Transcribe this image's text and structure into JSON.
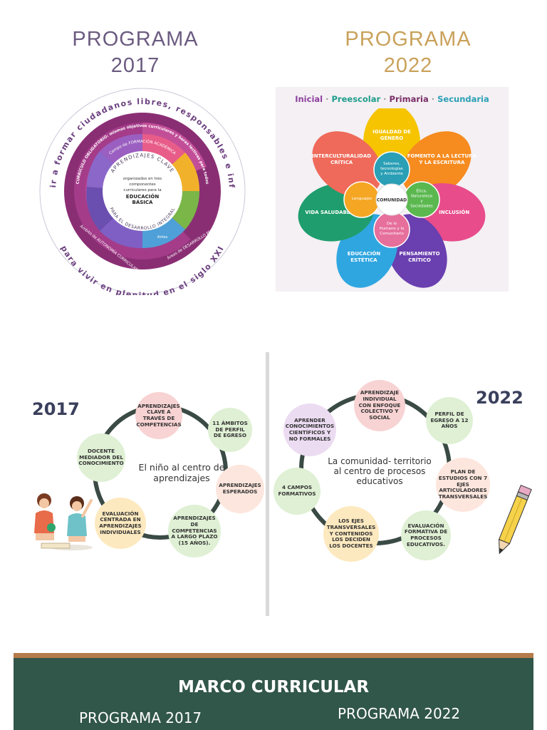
{
  "top_left": {
    "title_line1": "PROGRAMA",
    "title_line2": "2017",
    "outer_ring_top": "Contribuir a formar ciudadanos libres, responsables e informados",
    "outer_ring_bottom": "para vivir en plenitud en el siglo XXI",
    "ring_curriculo": "CURRÍCULO OBLIGATORIO: mismos objetivos curriculares y horas lectivas para todos",
    "campo_formacion": "Campo de FORMACIÓN ACADÉMICA",
    "ambito_autonomia": "Ámbito de AUTONOMÍA CURRICULAR",
    "area_desarrollo": "Áreas de DESARROLLO PERSONAL y SOCIAL",
    "aprendizajes_clave": "APRENDIZAJES CLAVE",
    "para_desarrollo": "PARA EL DESARROLLO INTEGRAL",
    "center_line1": "organizados en tres",
    "center_line2": "componentes",
    "center_line3": "curriculares para la",
    "center_line4": "EDUCACIÓN",
    "center_line5": "BÁSICA",
    "artes": "Artes"
  },
  "top_right": {
    "title_line1": "PROGRAMA",
    "title_line2": "2022",
    "levels": [
      {
        "label": "Inicial",
        "color": "#8e3f9e"
      },
      {
        "label": "Preescolar",
        "color": "#1f9d8b"
      },
      {
        "label": "Primaria",
        "color": "#7a2d66"
      },
      {
        "label": "Secundaria",
        "color": "#2a9fb5"
      }
    ],
    "level_sep": "·",
    "petals": [
      {
        "label": "IGUALDAD DE GÉNERO",
        "color": "#f6c400"
      },
      {
        "label": "FOMENTO A LA LECTURA Y LA ESCRITURA",
        "color": "#f68b1f"
      },
      {
        "label": "INCLUSIÓN",
        "color": "#e84c8b"
      },
      {
        "label": "PENSAMIENTO CRÍTICO",
        "color": "#6a3fb0"
      },
      {
        "label": "EDUCACIÓN ESTÉTICA",
        "color": "#2fa6e0"
      },
      {
        "label": "VIDA SALUDABLE",
        "color": "#1f9d6e"
      },
      {
        "label": "INTERCULTURALIDAD CRÍTICA",
        "color": "#ef6a5a"
      }
    ],
    "inner": [
      {
        "label": "Saberes, tecnologías y Ambiente",
        "color": "#2a9fb5"
      },
      {
        "label": "Ética, Naturaleza y Sociedades",
        "color": "#5ab84f"
      },
      {
        "label": "De lo Humano y lo Comunitario",
        "color": "#e66f9b"
      },
      {
        "label": "Lenguajes",
        "color": "#f5a623"
      }
    ],
    "center": "COMUNIDAD"
  },
  "bottom_left": {
    "year": "2017",
    "center_line1": "El niño al centro de",
    "center_line2": "aprendizajes",
    "nodes": [
      {
        "label": "APRENDIZAJES CLAVE A TRAVÉS DE COMPETENCIAS",
        "color": "#f8d3d3"
      },
      {
        "label": "11 ÁMBITOS DE PERFIL DE EGRESO",
        "color": "#dff0d4"
      },
      {
        "label": "APRENDIZAJES ESPERADOS",
        "color": "#fde6dd"
      },
      {
        "label": "APRENDIZAJES DE COMPETENCIAS A LARGO PLAZO (15 AÑOS).",
        "color": "#dff0d4"
      },
      {
        "label": "EVALUACIÓN CENTRADA EN APRENDIZAJES INDIVIDUALES",
        "color": "#fde9bf"
      },
      {
        "label": "DOCENTE MEDIADOR DEL CONOCIMIENTO",
        "color": "#dff0d4"
      }
    ]
  },
  "bottom_right": {
    "year": "2022",
    "center_line1": "La comunidad- territorio",
    "center_line2": "al centro de procesos",
    "center_line3": "educativos",
    "nodes": [
      {
        "label": "APRENDIZAJE INDIVIDUAL CON ENFOQUE COLECTIVO Y SOCIAL",
        "color": "#f8d3d3"
      },
      {
        "label": "PERFIL DE EGRESO A 12 AÑOS",
        "color": "#dff0d4"
      },
      {
        "label": "PLAN DE ESTUDIOS CON 7 EJES ARTICULADORES TRANSVERSALES",
        "color": "#fde6dd"
      },
      {
        "label": "EVALUACIÓN FORMATIVA DE PROCESOS EDUCATIVOS.",
        "color": "#dff0d4"
      },
      {
        "label": "LOS EJES TRANSVERSALES Y CONTENIDOS LOS DECIDEN LOS DOCENTES",
        "color": "#fde9bf"
      },
      {
        "label": "4 CAMPOS FORMATIVOS",
        "color": "#dff0d4"
      },
      {
        "label": "APRENDER CONOCIMIENTOS CIENTÍFICOS Y NO FORMALES",
        "color": "#ecdcf2"
      }
    ]
  },
  "board": {
    "title": "MARCO CURRICULAR",
    "left": "PROGRAMA 2017",
    "right": "PROGRAMA 2022"
  }
}
